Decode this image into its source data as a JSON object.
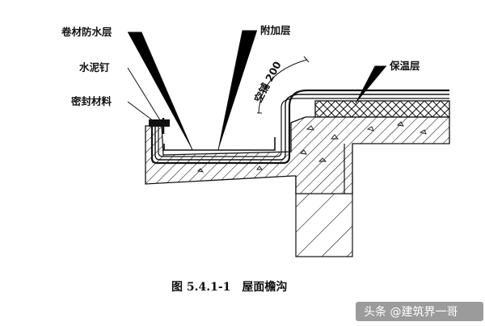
{
  "labels": {
    "waterproof_membrane": "卷材防水层",
    "additional_layer": "附加层",
    "cement_nail": "水泥钉",
    "sealant": "密封材料",
    "insulation": "保温层",
    "empty_spread": "空铺 200"
  },
  "caption": "图 5.4.1-1　屋面檐沟",
  "watermark": "头条 @建筑界一哥",
  "colors": {
    "ink": "#111111",
    "background": "#ffffff",
    "watermark_bg": "#8a8a8a"
  }
}
